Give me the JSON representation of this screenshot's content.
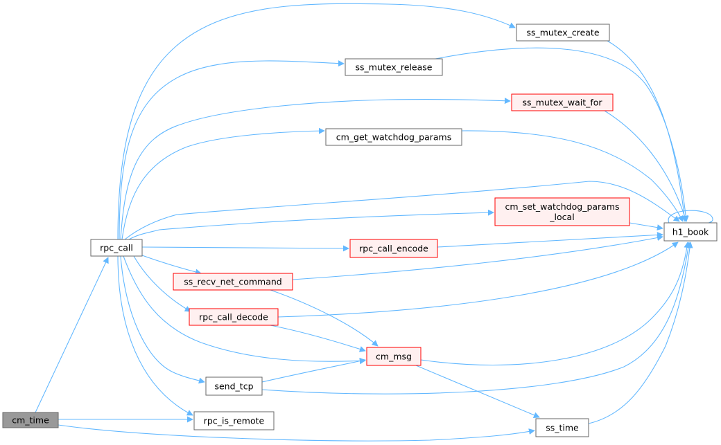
{
  "graph": {
    "colors": {
      "edge": "#63b8ff",
      "default_fill": "#ffffff",
      "default_stroke": "#666666",
      "red_fill": "#fff0f0",
      "red_stroke": "#ff0000",
      "root_fill": "#999999"
    },
    "nodes": [
      {
        "id": "cm_time",
        "label": "cm_time",
        "style": "root"
      },
      {
        "id": "rpc_call",
        "label": "rpc_call",
        "style": "default"
      },
      {
        "id": "ss_mutex_create",
        "label": "ss_mutex_create",
        "style": "default"
      },
      {
        "id": "ss_mutex_release",
        "label": "ss_mutex_release",
        "style": "default"
      },
      {
        "id": "ss_mutex_wait_for",
        "label": "ss_mutex_wait_for",
        "style": "red"
      },
      {
        "id": "cm_get_watchdog_params",
        "label": "cm_get_watchdog_params",
        "style": "default"
      },
      {
        "id": "cm_set_watchdog_params_local",
        "label": "cm_set_watchdog_params\n_local",
        "style": "red"
      },
      {
        "id": "h1_book",
        "label": "h1_book",
        "style": "default"
      },
      {
        "id": "rpc_call_encode",
        "label": "rpc_call_encode",
        "style": "red"
      },
      {
        "id": "ss_recv_net_command",
        "label": "ss_recv_net_command",
        "style": "red"
      },
      {
        "id": "rpc_call_decode",
        "label": "rpc_call_decode",
        "style": "red"
      },
      {
        "id": "cm_msg",
        "label": "cm_msg",
        "style": "red"
      },
      {
        "id": "send_tcp",
        "label": "send_tcp",
        "style": "default"
      },
      {
        "id": "rpc_is_remote",
        "label": "rpc_is_remote",
        "style": "default"
      },
      {
        "id": "ss_time",
        "label": "ss_time",
        "style": "default"
      }
    ],
    "edges": [
      {
        "from": "cm_time",
        "to": "rpc_call"
      },
      {
        "from": "cm_time",
        "to": "rpc_is_remote"
      },
      {
        "from": "cm_time",
        "to": "ss_time"
      },
      {
        "from": "rpc_call",
        "to": "ss_mutex_create"
      },
      {
        "from": "rpc_call",
        "to": "ss_mutex_release"
      },
      {
        "from": "rpc_call",
        "to": "ss_mutex_wait_for"
      },
      {
        "from": "rpc_call",
        "to": "cm_get_watchdog_params"
      },
      {
        "from": "rpc_call",
        "to": "h1_book"
      },
      {
        "from": "rpc_call",
        "to": "cm_set_watchdog_params_local"
      },
      {
        "from": "rpc_call",
        "to": "rpc_call_encode"
      },
      {
        "from": "rpc_call",
        "to": "ss_recv_net_command"
      },
      {
        "from": "rpc_call",
        "to": "rpc_call_decode"
      },
      {
        "from": "rpc_call",
        "to": "cm_msg"
      },
      {
        "from": "rpc_call",
        "to": "send_tcp"
      },
      {
        "from": "rpc_call",
        "to": "rpc_is_remote"
      },
      {
        "from": "ss_mutex_create",
        "to": "h1_book"
      },
      {
        "from": "ss_mutex_release",
        "to": "h1_book"
      },
      {
        "from": "ss_mutex_wait_for",
        "to": "h1_book"
      },
      {
        "from": "cm_get_watchdog_params",
        "to": "h1_book"
      },
      {
        "from": "cm_set_watchdog_params_local",
        "to": "h1_book"
      },
      {
        "from": "h1_book",
        "to": "h1_book"
      },
      {
        "from": "rpc_call_encode",
        "to": "h1_book"
      },
      {
        "from": "ss_recv_net_command",
        "to": "h1_book"
      },
      {
        "from": "ss_recv_net_command",
        "to": "cm_msg"
      },
      {
        "from": "rpc_call_decode",
        "to": "h1_book"
      },
      {
        "from": "rpc_call_decode",
        "to": "cm_msg"
      },
      {
        "from": "cm_msg",
        "to": "h1_book"
      },
      {
        "from": "cm_msg",
        "to": "ss_time"
      },
      {
        "from": "send_tcp",
        "to": "cm_msg"
      },
      {
        "from": "send_tcp",
        "to": "h1_book"
      },
      {
        "from": "ss_time",
        "to": "h1_book"
      }
    ]
  }
}
